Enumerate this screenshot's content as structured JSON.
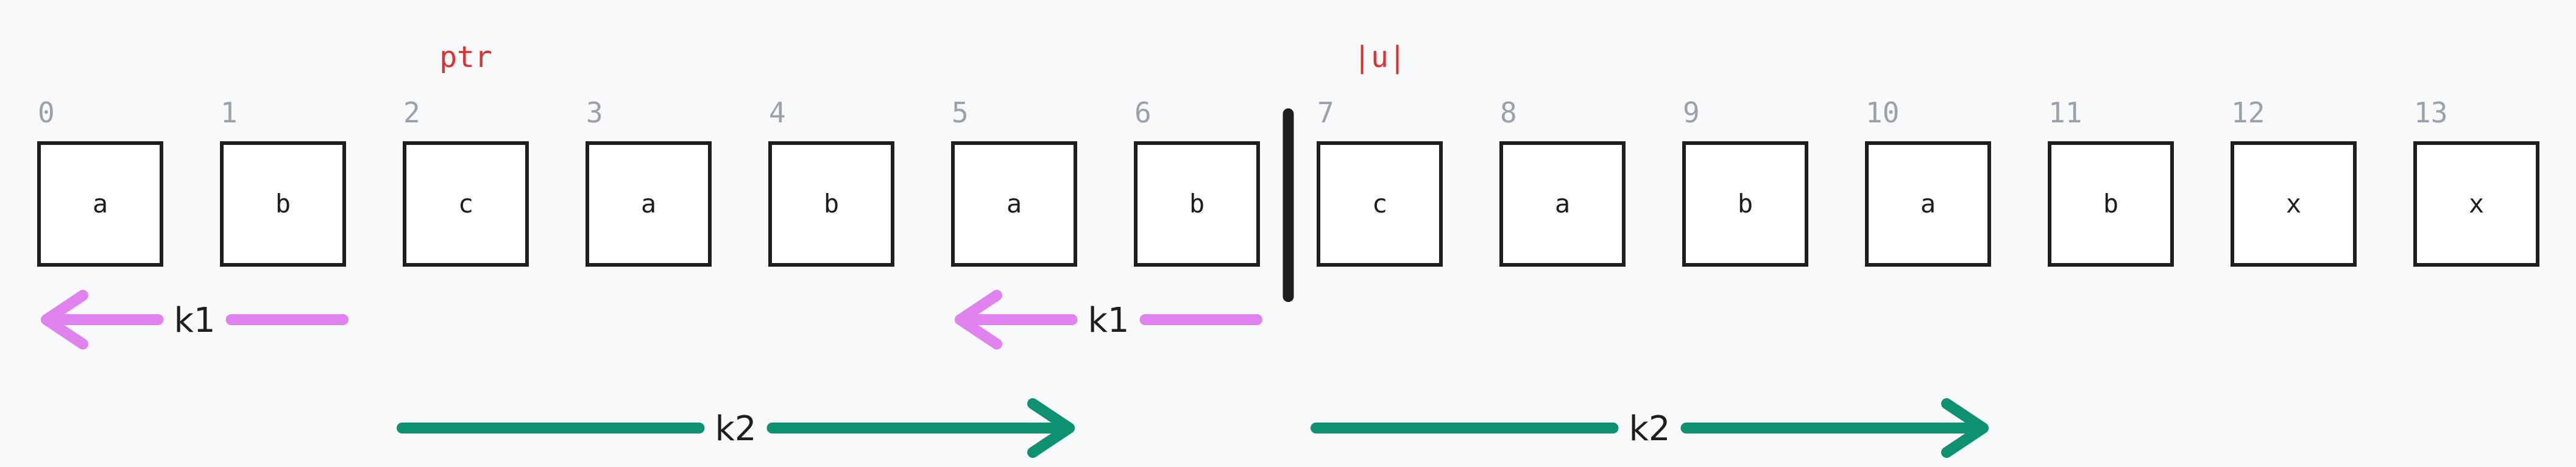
{
  "cells": [
    "a",
    "b",
    "c",
    "a",
    "b",
    "a",
    "b",
    "c",
    "a",
    "b",
    "a",
    "b",
    "x",
    "x"
  ],
  "indices": [
    "0",
    "1",
    "2",
    "3",
    "4",
    "5",
    "6",
    "7",
    "8",
    "9",
    "10",
    "11",
    "12",
    "13"
  ],
  "pointers": {
    "ptr": {
      "label": "ptr",
      "cell": 2
    },
    "u": {
      "label": "|u|",
      "cell": 7
    }
  },
  "divider_after_cell": 6,
  "spans": [
    {
      "label": "k1",
      "color": "#e183ef",
      "direction": "left",
      "from_cell": 0,
      "to_cell": 1
    },
    {
      "label": "k1",
      "color": "#e183ef",
      "direction": "left",
      "from_cell": 5,
      "to_cell": 6
    },
    {
      "label": "k2",
      "color": "#0e9170",
      "direction": "right",
      "from_cell": 2,
      "to_cell": 5
    },
    {
      "label": "k2",
      "color": "#0e9170",
      "direction": "right",
      "from_cell": 7,
      "to_cell": 10
    }
  ],
  "colors": {
    "pointer": "#e03131",
    "index": "#9aa1aa",
    "box_stroke": "#1e1e1e",
    "k1": "#e183ef",
    "k2": "#0e9170",
    "background": "#f8f9fb"
  }
}
